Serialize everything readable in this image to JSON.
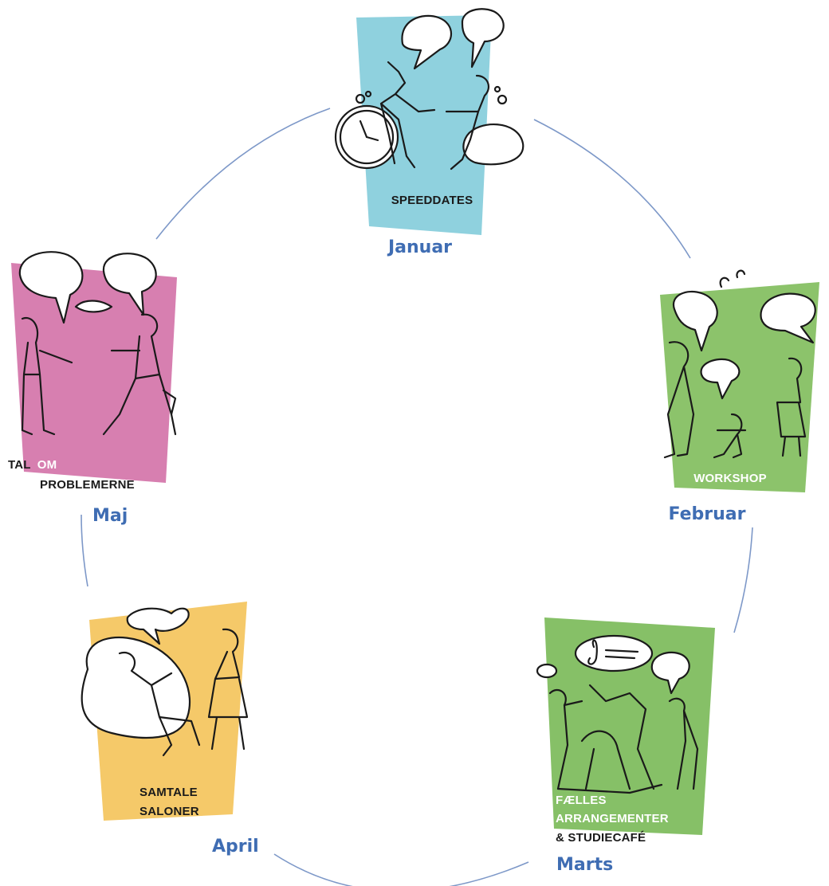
{
  "colors": {
    "line": "#7d98c8",
    "month": "#3f6db3",
    "speeddates": "#8fd1de",
    "workshop": "#8cc36b",
    "faelles": "#86c067",
    "samtale": "#f5c969",
    "problemerne": "#d77fb0",
    "ink": "#1a1a1a"
  },
  "months": {
    "jan": "Januar",
    "feb": "Februar",
    "mar": "Marts",
    "apr": "April",
    "maj": "Maj"
  },
  "cards": {
    "speeddates": {
      "line1": "SPEEDDATES"
    },
    "workshop": {
      "line1": "WORKSHOP"
    },
    "faelles": {
      "line1": "FÆLLES",
      "line2": "ARRANGEMENTER",
      "line3": "& STUDIECAFÉ"
    },
    "samtale": {
      "line1": "SAMTALE",
      "line2": "SALONER"
    },
    "tal": {
      "line1a": "TAL",
      "line1b": "OM",
      "line2": "PROBLEMERNE"
    }
  },
  "icons": {
    "speeddates": "two-people-clock-speech-bubbles-illustration",
    "workshop": "three-people-discussing-illustration",
    "faelles": "group-event-music-illustration",
    "samtale": "two-people-beanbag-conversation-illustration",
    "tal": "two-people-handshake-argument-illustration"
  }
}
